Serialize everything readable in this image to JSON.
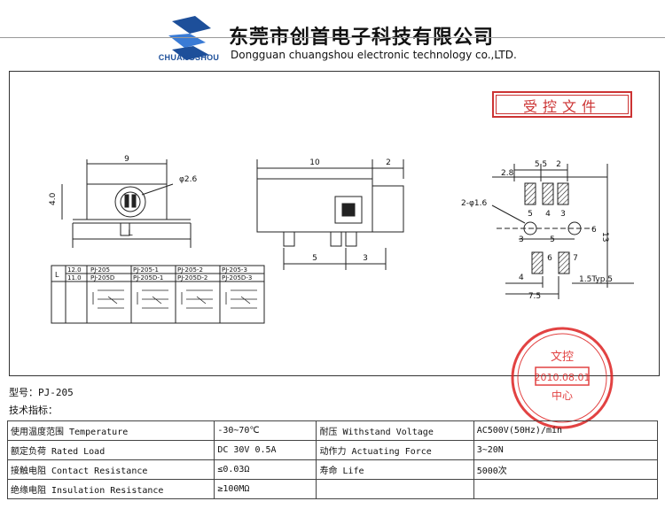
{
  "header": {
    "brand": "CHUANGSHOU",
    "company_cn": "东莞市创首电子科技有限公司",
    "company_en": "Dongguan chuangshou electronic technology co.,LTD."
  },
  "stamp": {
    "label": "受控文件"
  },
  "seal": {
    "date": "2010.08.01",
    "dept": "文控",
    "center": "中心"
  },
  "drawing": {
    "front": {
      "width": "9",
      "height": "4.0",
      "hole": "φ2.6",
      "length": "L"
    },
    "side": {
      "length": "10",
      "tab": "2",
      "d1": "5",
      "d2": "3"
    },
    "pcb": {
      "d1": "2.8",
      "d2": "5.5",
      "d3": "2",
      "hole": "2-φ1.6",
      "d4": "3",
      "d5": "5",
      "d6": "6",
      "d7": "13",
      "d8": "4",
      "d9": "7.5",
      "typ": "1.5Typ.5",
      "pins": [
        "5",
        "4",
        "3",
        "6",
        "7"
      ]
    },
    "variant_table": {
      "l_header": "L",
      "l_values": [
        "12.0",
        "11.0"
      ],
      "columns": [
        [
          "PJ-205",
          "PJ-205D"
        ],
        [
          "PJ-205-1",
          "PJ-205D-1"
        ],
        [
          "PJ-205-2",
          "PJ-205D-2"
        ],
        [
          "PJ-205-3",
          "PJ-205D-3"
        ]
      ]
    }
  },
  "model": "型号：PJ-205",
  "specs_title": "技术指标：",
  "specs": [
    [
      "使用温度范围 Temperature",
      "-30~70℃",
      "耐压 Withstand Voltage",
      "AC500V(50Hz)/min"
    ],
    [
      "额定负荷 Rated Load",
      "DC 30V 0.5A",
      "动作力 Actuating Force",
      "3~20N"
    ],
    [
      "接触电阻 Contact Resistance",
      "≤0.03Ω",
      "寿命 Life",
      "5000次"
    ],
    [
      "绝缘电阻 Insulation Resistance",
      "≥100MΩ",
      "",
      ""
    ]
  ]
}
